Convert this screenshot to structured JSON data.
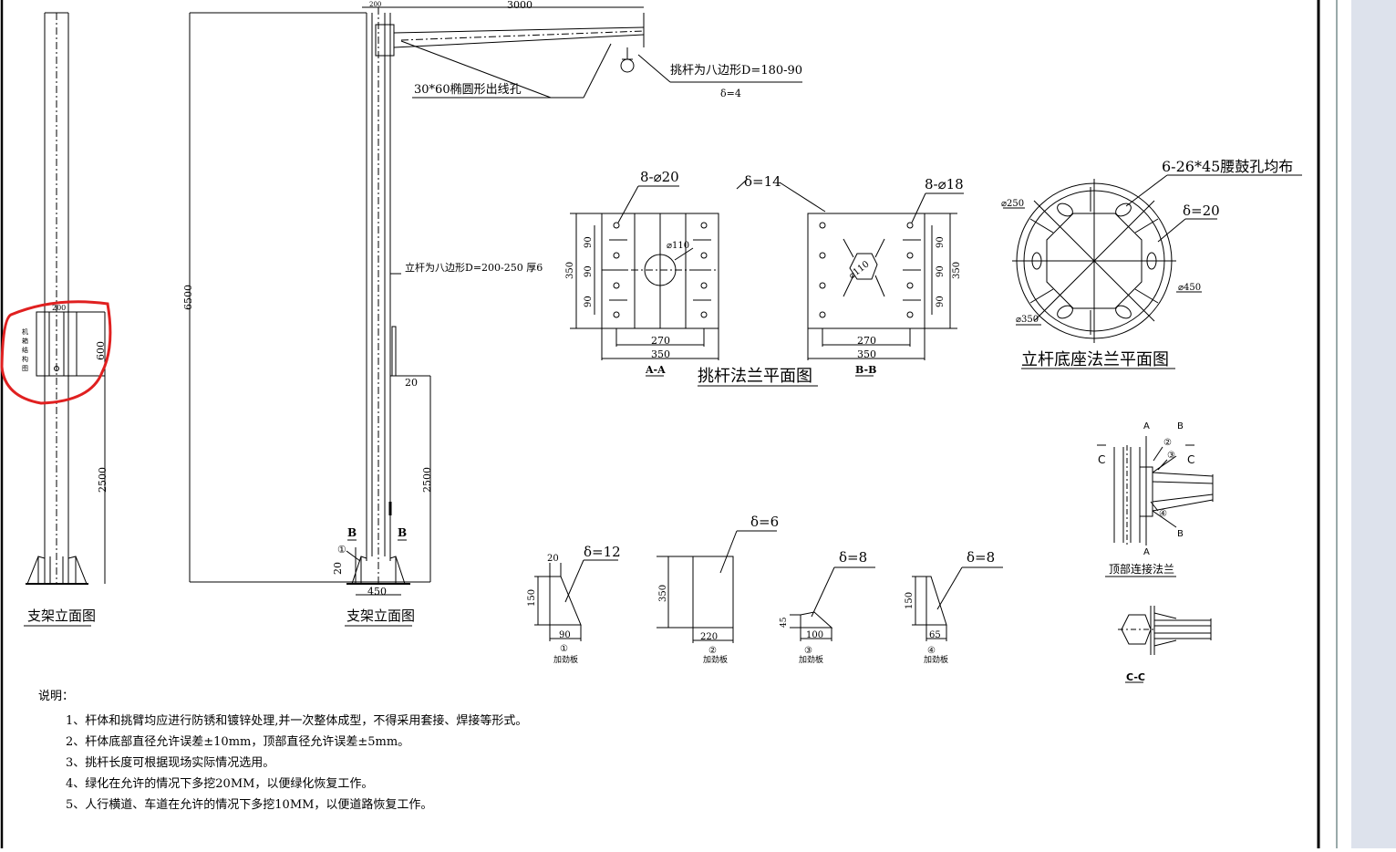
{
  "drawing": {
    "left_elevation": {
      "title": "支架立面图",
      "box_label": [
        "机",
        "箱",
        "结",
        "构",
        "图"
      ],
      "dim_box_height": "600",
      "dim_lower": "2500",
      "dim_small": "200"
    },
    "main_elevation": {
      "title": "支架立面图",
      "dim_total_height": "6500",
      "dim_arm_length": "3000",
      "dim_top_width": "200",
      "dim_lower": "2500",
      "dim_base_width": "450",
      "dim_base_height": "20",
      "dim_gap": "20",
      "section_b_left": "B",
      "section_b_right": "B",
      "callout_1": "①",
      "arm_note": "挑杆为八边形D=180-90",
      "arm_thickness": "δ=4",
      "hole_note": "30*60椭圆形出线孔",
      "pole_note": "立杆为八边形D=200-250  厚6"
    },
    "arm_flange": {
      "title": "挑杆法兰平面图",
      "thickness": "δ=14",
      "aa": {
        "label": "A-A",
        "holes": "8-⌀20",
        "center": "⌀110",
        "dim_90_a": "90",
        "dim_90_b": "90",
        "dim_90_c": "90",
        "dim_350_side": "350",
        "dim_270": "270",
        "dim_350": "350"
      },
      "bb": {
        "label": "B-B",
        "holes": "8-⌀18",
        "center": "⌀110",
        "dim_90_a": "90",
        "dim_90_b": "90",
        "dim_90_c": "90",
        "dim_350_side": "350",
        "dim_270": "270",
        "dim_350": "350"
      }
    },
    "base_flange": {
      "title": "立杆底座法兰平面图",
      "holes": "6-26*45腰鼓孔均布",
      "thickness": "δ=20",
      "d250": "⌀250",
      "d450": "⌀450",
      "d350": "⌀350"
    },
    "stiffeners": [
      {
        "num": "①",
        "name": "加劲板",
        "thickness": "δ=12",
        "h": "150",
        "w": "90",
        "top": "20"
      },
      {
        "num": "②",
        "name": "加劲板",
        "thickness": "δ=6",
        "h": "350",
        "w": "220"
      },
      {
        "num": "③",
        "name": "加劲板",
        "thickness": "δ=8",
        "h": "45",
        "w": "100"
      },
      {
        "num": "④",
        "name": "加劲板",
        "thickness": "δ=8",
        "h": "150",
        "w": "65"
      }
    ],
    "top_flange": {
      "title": "顶部连接法兰",
      "a_top": "A",
      "b_top": "B",
      "c_left": "C",
      "c_right": "C",
      "b_bottom": "B",
      "a_bottom": "A",
      "n2": "②",
      "n3": "③",
      "n4": "④",
      "section": "C-C"
    }
  },
  "notes": {
    "title": "说明：",
    "items": [
      "1、杆体和挑臂均应进行防锈和镀锌处理,并一次整体成型，不得采用套接、焊接等形式。",
      "2、杆体底部直径允许误差±10mm，顶部直径允许误差±5mm。",
      "3、挑杆长度可根据现场实际情况选用。",
      "4、绿化在允许的情况下多挖20MM，以便绿化恢复工作。",
      "5、人行横道、车道在允许的情况下多挖10MM，以便道路恢复工作。"
    ]
  },
  "colors": {
    "line": "#000000",
    "highlight": "#e02020",
    "scrollbar_bg": "#dde2ec",
    "border": "#000000"
  }
}
